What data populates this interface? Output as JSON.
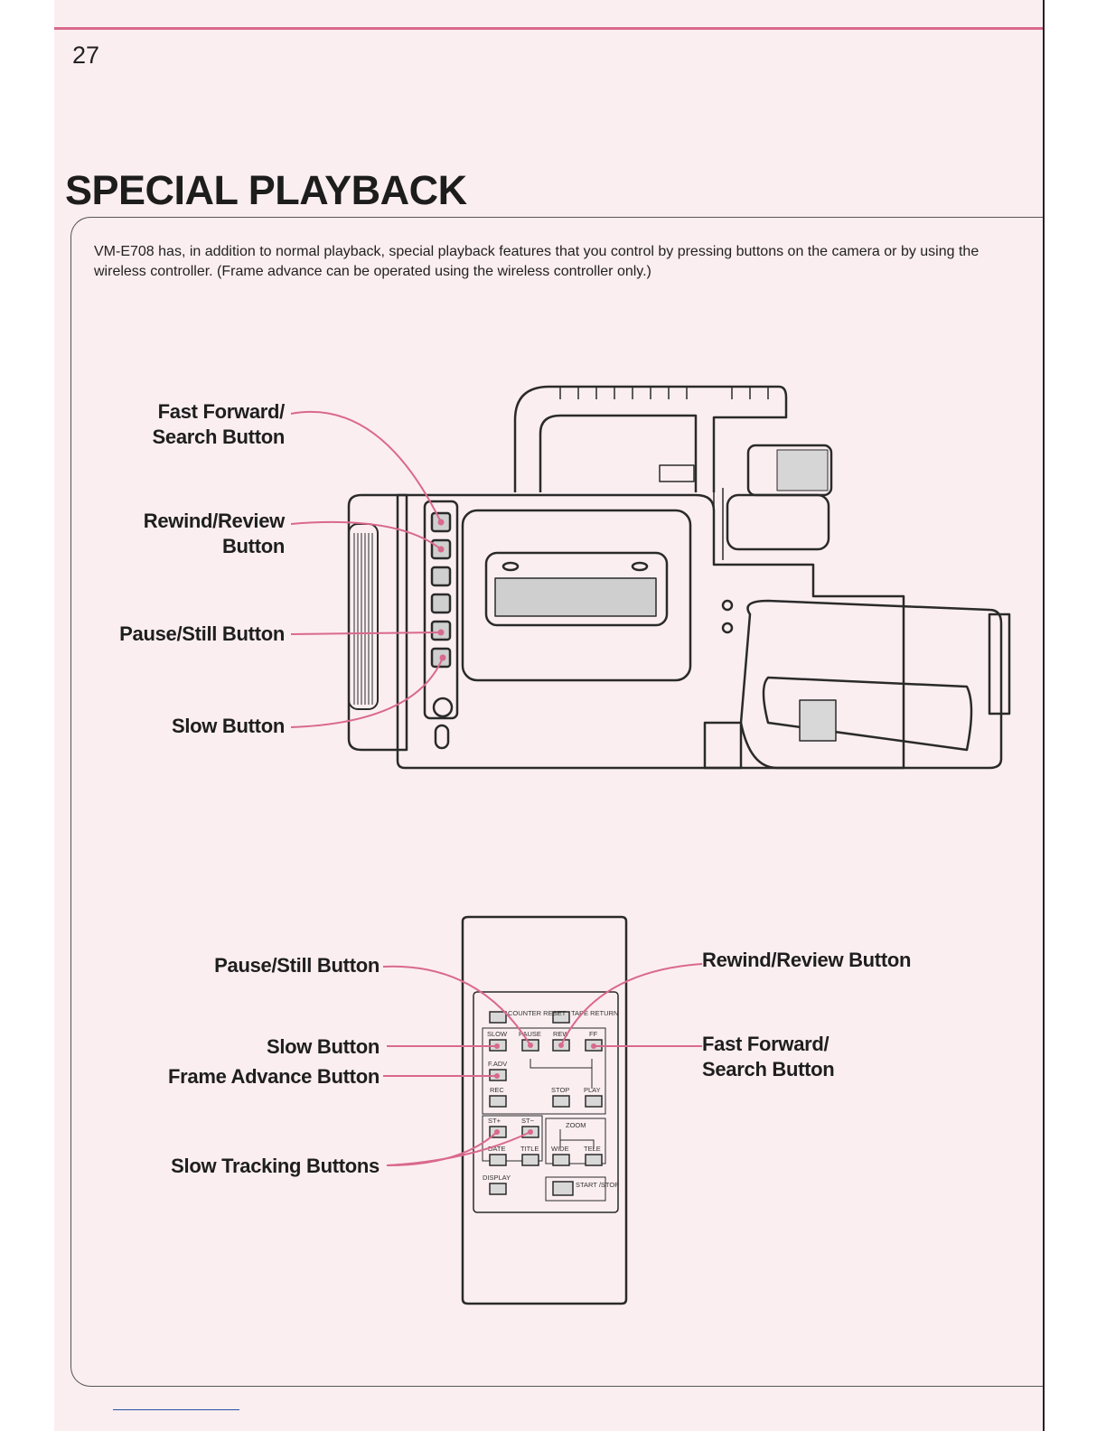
{
  "page": {
    "number": "27",
    "title": "SPECIAL PLAYBACK",
    "intro": "VM-E708 has, in addition to normal playback, special playback features that you control by pressing buttons on the camera or by using the wireless controller. (Frame advance can be operated using the wireless controller only.)"
  },
  "camera_callouts": {
    "ff_line1": "Fast Forward/",
    "ff_line2": "Search Button",
    "rew_line1": "Rewind/Review",
    "rew_line2": "Button",
    "pause": "Pause/Still Button",
    "slow": "Slow Button"
  },
  "remote_callouts": {
    "pause": "Pause/Still Button",
    "slow": "Slow Button",
    "frame_advance": "Frame Advance Button",
    "slow_tracking": "Slow Tracking Buttons",
    "rewind": "Rewind/Review Button",
    "ff_line1": "Fast Forward/",
    "ff_line2": "Search Button"
  },
  "remote_labels": {
    "counter_reset": "COUNTER RESET",
    "tape_return": "TAPE RETURN",
    "slow": "SLOW",
    "pause": "PAUSE",
    "rew": "REW",
    "ff": "FF",
    "fadv": "F.ADV",
    "rec": "REC",
    "stop": "STOP",
    "play": "PLAY",
    "st_plus": "ST+",
    "st_minus": "ST−",
    "zoom": "ZOOM",
    "date": "DATE",
    "title": "TITLE",
    "wide": "WIDE",
    "tele": "TELE",
    "display": "DISPLAY",
    "start_stop": "START /STOP"
  },
  "colors": {
    "accent_pink": "#d9698d",
    "page_background": "#fbeef1",
    "line_art": "#2a2a2a"
  }
}
